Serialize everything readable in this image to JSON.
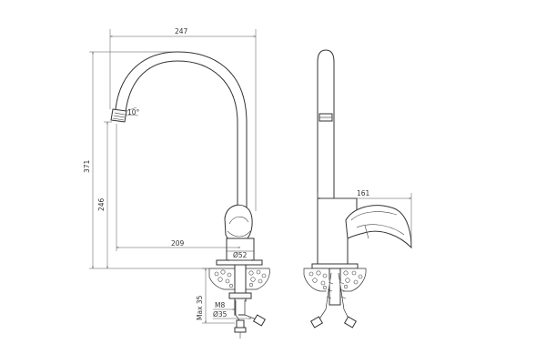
{
  "dimensions": {
    "width_total": "247",
    "height_total": "371",
    "spout_height": "246",
    "spout_reach": "209",
    "base_diameter": "Ø52",
    "spout_angle": "10°",
    "max_thickness": "Max 35",
    "thread": "M8",
    "pipe_diameter": "Ø35",
    "side_depth": "161"
  }
}
